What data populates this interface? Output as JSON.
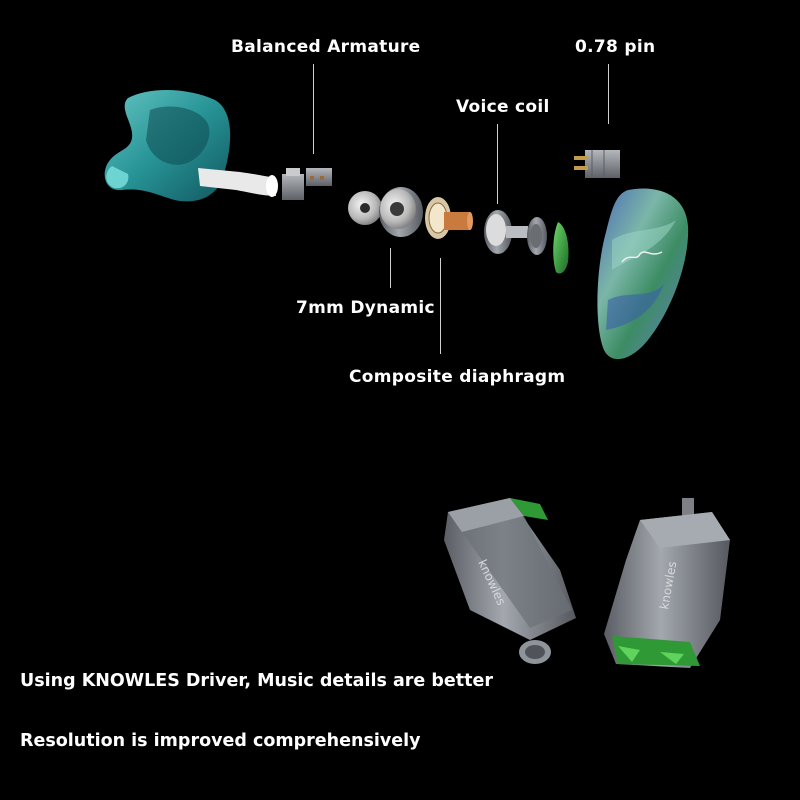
{
  "labels": {
    "balanced_armature": "Balanced Armature",
    "pin": "0.78 pin",
    "voice_coil": "Voice coil",
    "dynamic": "7mm Dynamic",
    "diaphragm": "Composite diaphragm"
  },
  "captions": {
    "line1": "Using KNOWLES Driver, Music details are better",
    "line2": "Resolution is improved comprehensively"
  },
  "driver_brand": "knowles",
  "colors": {
    "background": "#000000",
    "shell_teal": "#3fb7b8",
    "faceplate_blue": "#5a78b8",
    "faceplate_green": "#6fae5a",
    "driver_metal": "#7c8188",
    "driver_green": "#2f9a35",
    "diaphragm_copper": "#c87a3f",
    "text": "#ffffff"
  }
}
